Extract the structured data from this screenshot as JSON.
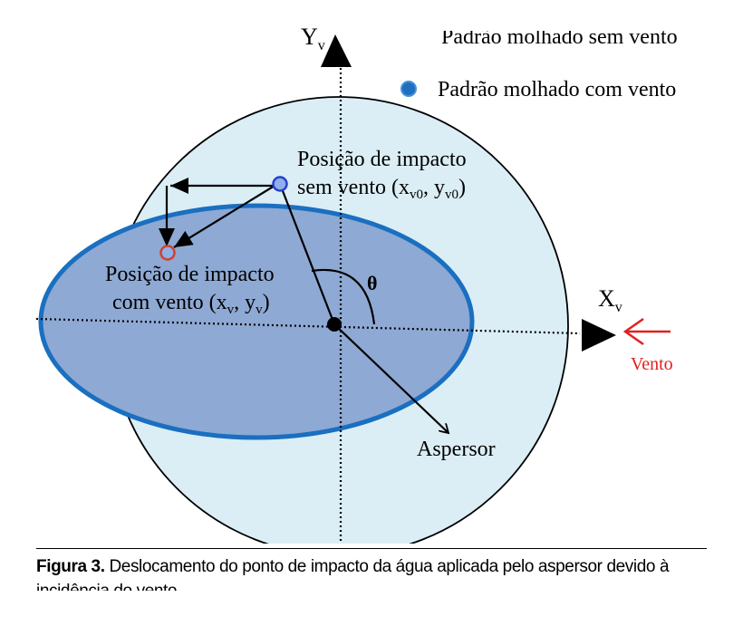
{
  "axes": {
    "y_label_main": "Y",
    "y_label_sub": "v",
    "x_label_main": "X",
    "x_label_sub": "v"
  },
  "legend": {
    "entry_dry": "Padrão molhado sem vento",
    "entry_wind": "Padrão molhado com vento",
    "wind_marker_color": "#1f6fbf"
  },
  "labels": {
    "impact_no_wind_line1": "Posição de impacto",
    "impact_no_wind_line2_a": "sem vento (x",
    "impact_no_wind_sub1": "v0",
    "impact_no_wind_mid": ", y",
    "impact_no_wind_sub2": "v0",
    "impact_no_wind_end": ")",
    "impact_wind_line1": "Posição de impacto",
    "impact_wind_line2_a": "com vento (x",
    "impact_wind_sub1": "v",
    "impact_wind_mid": ", y",
    "impact_wind_sub2": "v",
    "impact_wind_end": ")",
    "angle": "θ",
    "sprinkler": "Aspersor",
    "wind": "Vento"
  },
  "colors": {
    "circle_fill": "#dbeef5",
    "ellipse_fill": "#8ea9d3",
    "ellipse_stroke": "#1a6fc0",
    "point_no_wind": "#2a3fd0",
    "point_wind": "#d24030",
    "wind_arrow": "#e02020"
  },
  "caption": {
    "label": "Figura 3.",
    "text": " Deslocamento do ponto de impacto da água aplicada pelo aspersor devido à incidência do vento"
  }
}
